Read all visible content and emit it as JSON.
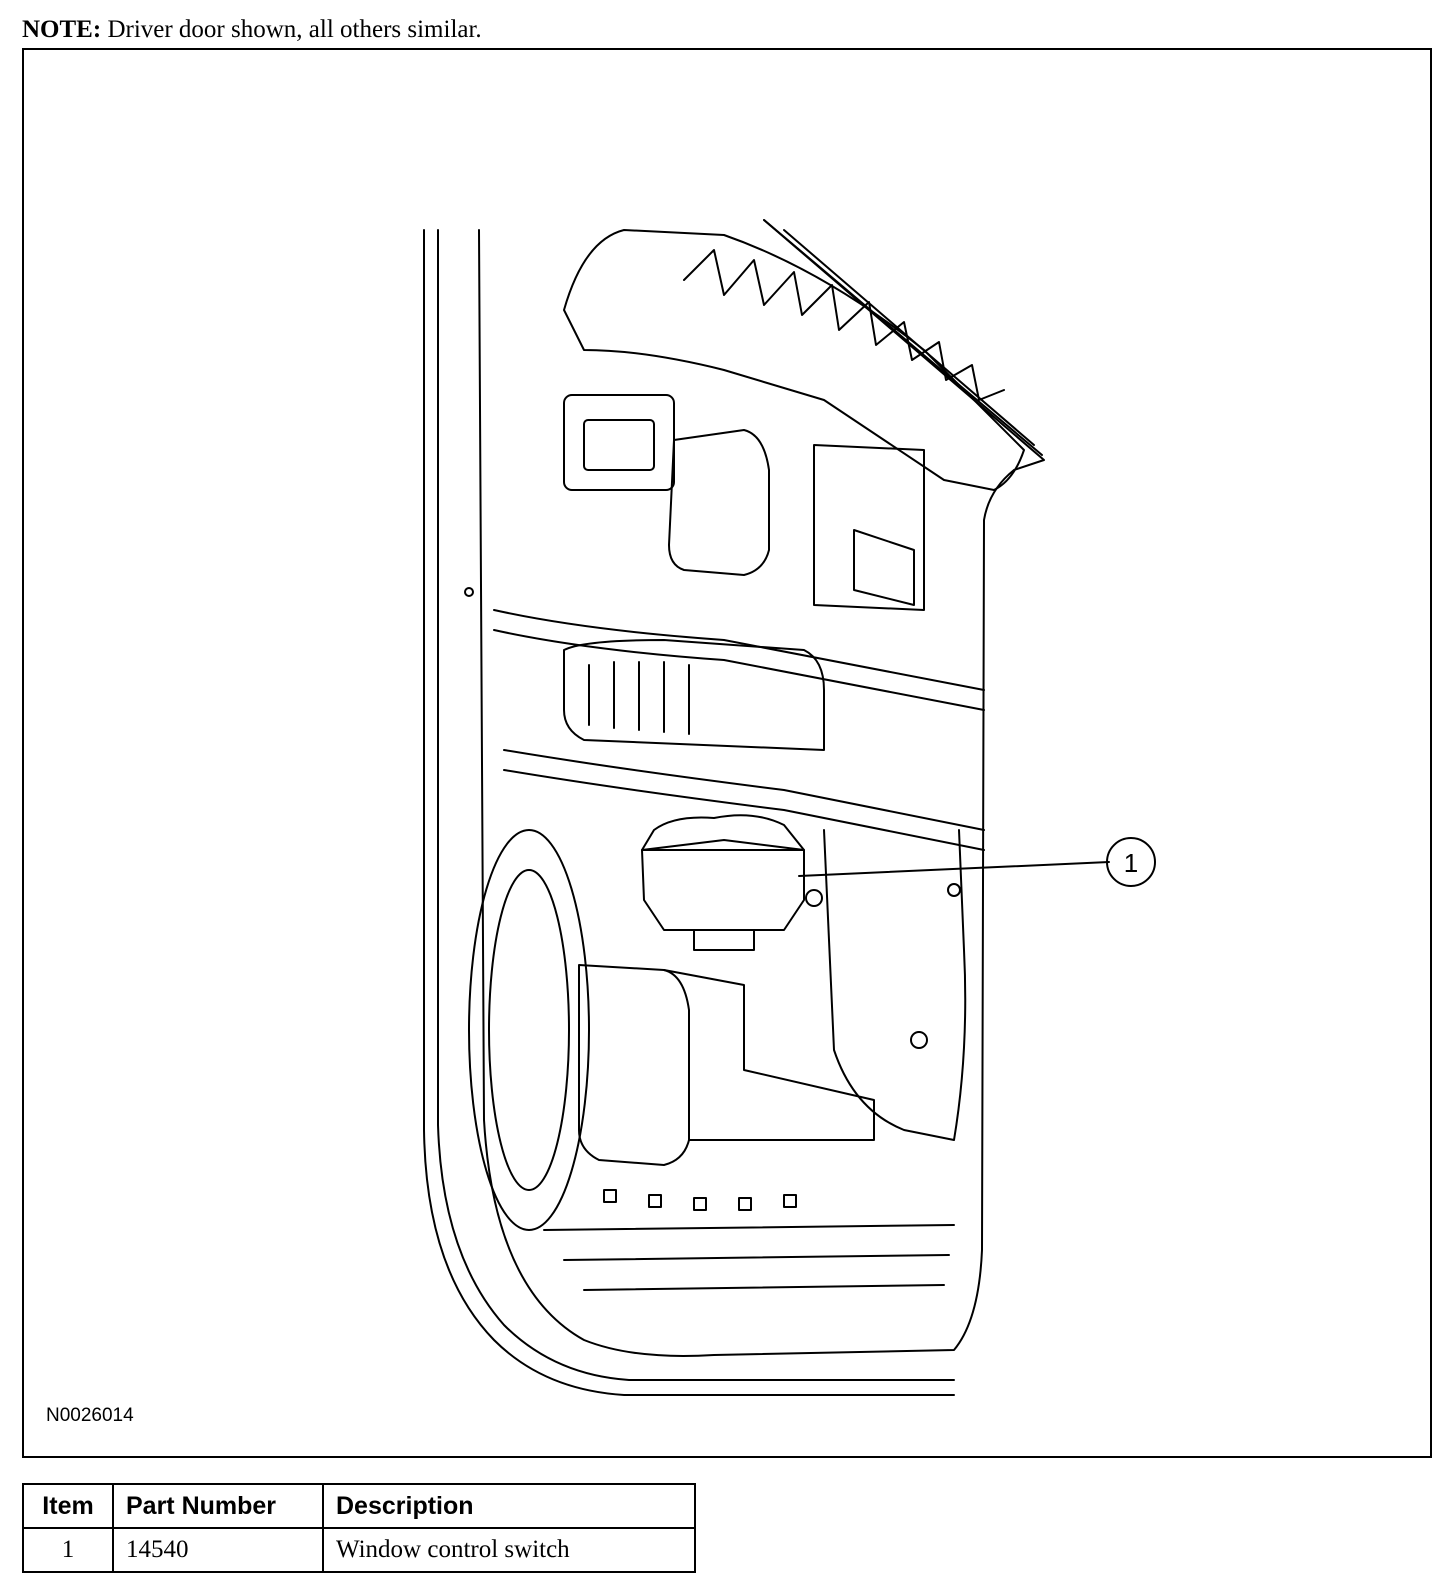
{
  "note": {
    "label": "NOTE:",
    "text": " Driver door shown, all others similar."
  },
  "figure": {
    "code": "N0026014",
    "callout": "1"
  },
  "table": {
    "headers": {
      "item": "Item",
      "part_number": "Part Number",
      "description": "Description"
    },
    "rows": [
      {
        "item": "1",
        "part_number": "14540",
        "description": "Window control switch"
      }
    ]
  }
}
